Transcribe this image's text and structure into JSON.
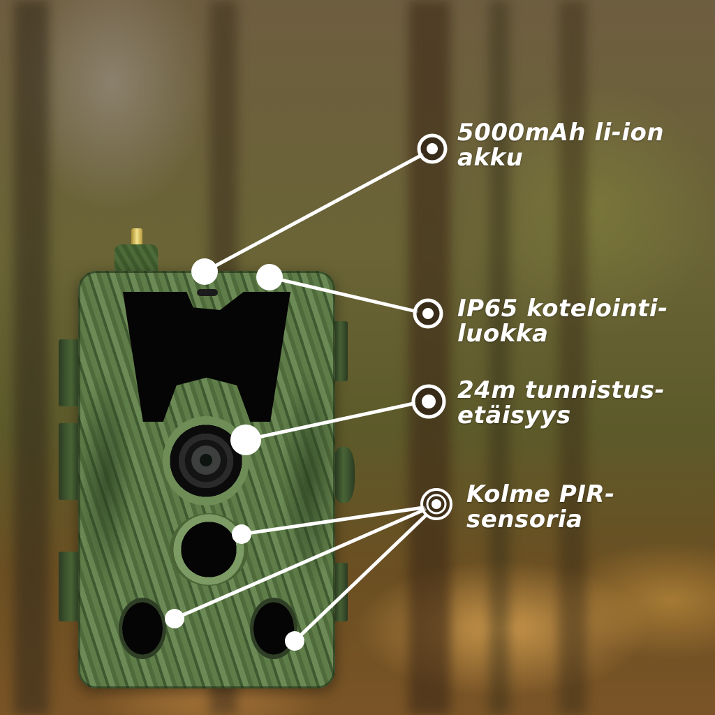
{
  "image": {
    "subject": "trail-camera",
    "background": "blurred-forest-path"
  },
  "colors": {
    "callout_white": "#ffffff",
    "camo_green": "#5f7d48",
    "forest_brown": "#6b4f22"
  },
  "features": [
    {
      "id": "battery",
      "icon": "target-marker-icon",
      "line1": "5000mAh li-ion",
      "line2": "akku"
    },
    {
      "id": "ip-rating",
      "icon": "target-marker-icon",
      "line1": "IP65 kotelointi-",
      "line2": "luokka"
    },
    {
      "id": "detection-range",
      "icon": "target-marker-icon",
      "line1": "24m tunnistus-",
      "line2": "etäisyys"
    },
    {
      "id": "pir-sensors",
      "icon": "double-ring-target-icon",
      "line1": "Kolme PIR-",
      "line2": "sensoria"
    }
  ]
}
